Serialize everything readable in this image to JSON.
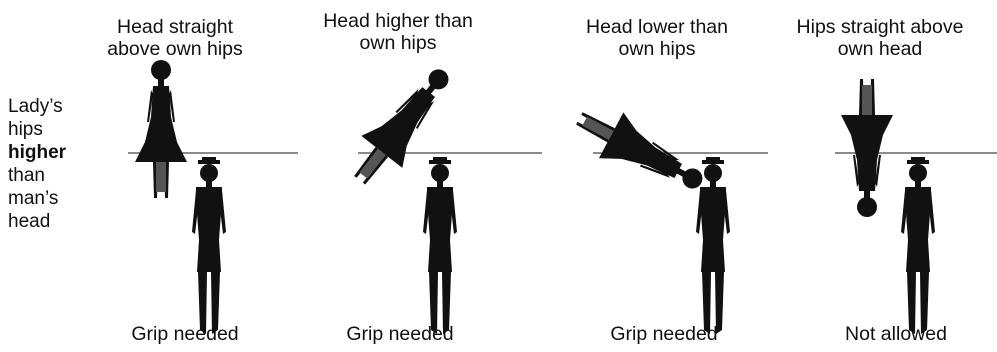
{
  "side_label": {
    "line1": "Lady’s",
    "line2": "hips",
    "line3": "higher",
    "line4": "than",
    "line5": "man’s",
    "line6": "head"
  },
  "panels": [
    {
      "title_line1": "Head straight",
      "title_line2": "above own hips",
      "caption": "Grip needed"
    },
    {
      "title_line1": "Head higher than",
      "title_line2": "own hips",
      "caption": "Grip needed"
    },
    {
      "title_line1": "Head lower than",
      "title_line2": "own hips",
      "caption": "Grip needed"
    },
    {
      "title_line1": "Hips straight above",
      "title_line2": "own head",
      "caption": "Not allowed"
    }
  ]
}
